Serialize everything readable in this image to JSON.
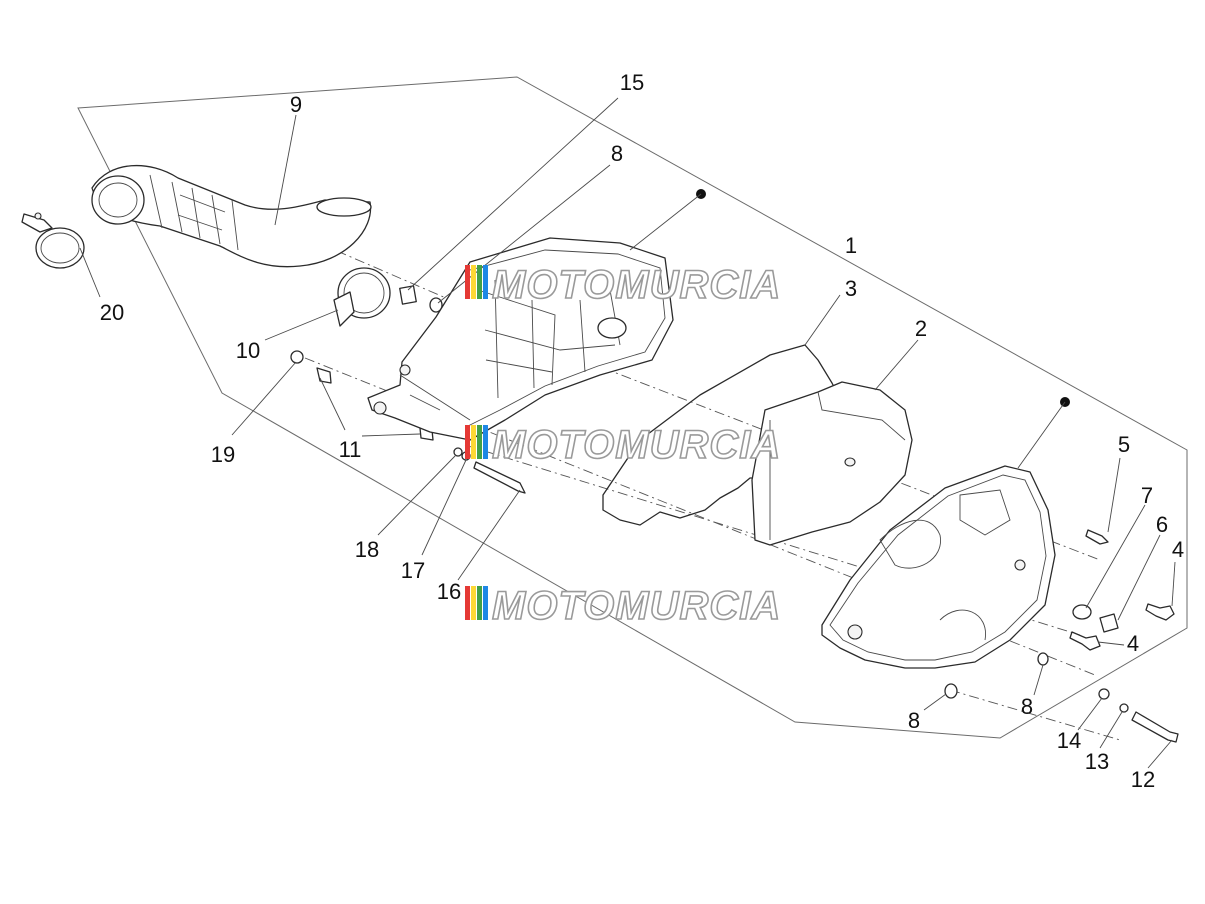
{
  "callouts": {
    "c1": "1",
    "c2": "2",
    "c3": "3",
    "c4a": "4",
    "c4b": "4",
    "c5": "5",
    "c6": "6",
    "c7": "7",
    "c8a": "8",
    "c8b": "8",
    "c8c": "8",
    "c9": "9",
    "c10": "10",
    "c11": "11",
    "c12": "12",
    "c13": "13",
    "c14": "14",
    "c15": "15",
    "c16": "16",
    "c17": "17",
    "c18": "18",
    "c19": "19",
    "c20": "20"
  },
  "watermark": {
    "text": "MOTOMURCIA",
    "colors": [
      "#e53935",
      "#fdd835",
      "#43a047",
      "#1e88e5"
    ]
  },
  "colors": {
    "line": "#2b2b2b",
    "frame": "#6b6b6b",
    "background": "#ffffff"
  }
}
